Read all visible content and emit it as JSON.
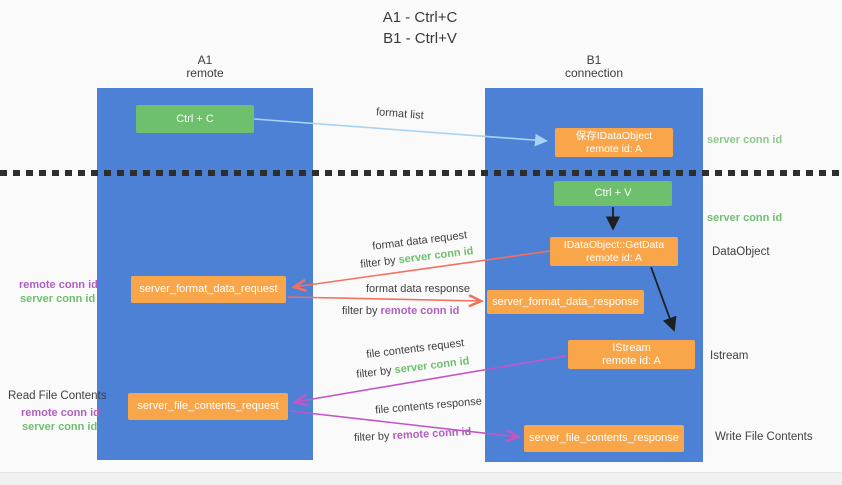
{
  "title": {
    "line1": "A1 - Ctrl+C",
    "line2": "B1 - Ctrl+V"
  },
  "columns": {
    "a1": {
      "title": "A1",
      "subtitle": "remote"
    },
    "b1": {
      "title": "B1",
      "subtitle": "connection"
    }
  },
  "nodes": {
    "ctrl_c": {
      "label": "Ctrl + C"
    },
    "save_idataobject": {
      "line1": "保存IDataObject",
      "line2": "remote id: A"
    },
    "ctrl_v": {
      "label": "Ctrl + V"
    },
    "idataobject_getdata": {
      "line1": "IDataObject::GetData",
      "line2": "remote id: A"
    },
    "server_format_data_request": {
      "label": "server_format_data_request"
    },
    "server_format_data_response": {
      "label": "server_format_data_response"
    },
    "istream": {
      "line1": "IStream",
      "line2": "remote id: A"
    },
    "server_file_contents_request": {
      "label": "server_file_contents_request"
    },
    "server_file_contents_response": {
      "label": "server_file_contents_response"
    }
  },
  "edge_labels": {
    "format_list": "format list",
    "format_data_request": "format data request",
    "format_data_response": "format data response",
    "file_contents_request": "file contents request",
    "file_contents_response": "file contents response",
    "filter_by": "filter by",
    "server_conn_id": "server conn id",
    "remote_conn_id": "remote conn id"
  },
  "side_labels": {
    "remote_conn_id": "remote conn id",
    "server_conn_id": "server conn id",
    "read_file_contents": "Read File Contents",
    "write_file_contents": "Write File Contents",
    "dataobject": "DataObject",
    "istream": "Istream"
  },
  "colors": {
    "column_blue": "#4d81d6",
    "node_orange": "#f9a64a",
    "node_green": "#6ec06c",
    "arrow_red": "#f4705e",
    "arrow_purple": "#c455c4",
    "arrow_light_blue": "#a9d3f2",
    "arrow_black": "#1f1f1f",
    "label_green": "#6fbf6e",
    "label_purple": "#b05fc0",
    "text_gray": "#3f3f3f"
  }
}
